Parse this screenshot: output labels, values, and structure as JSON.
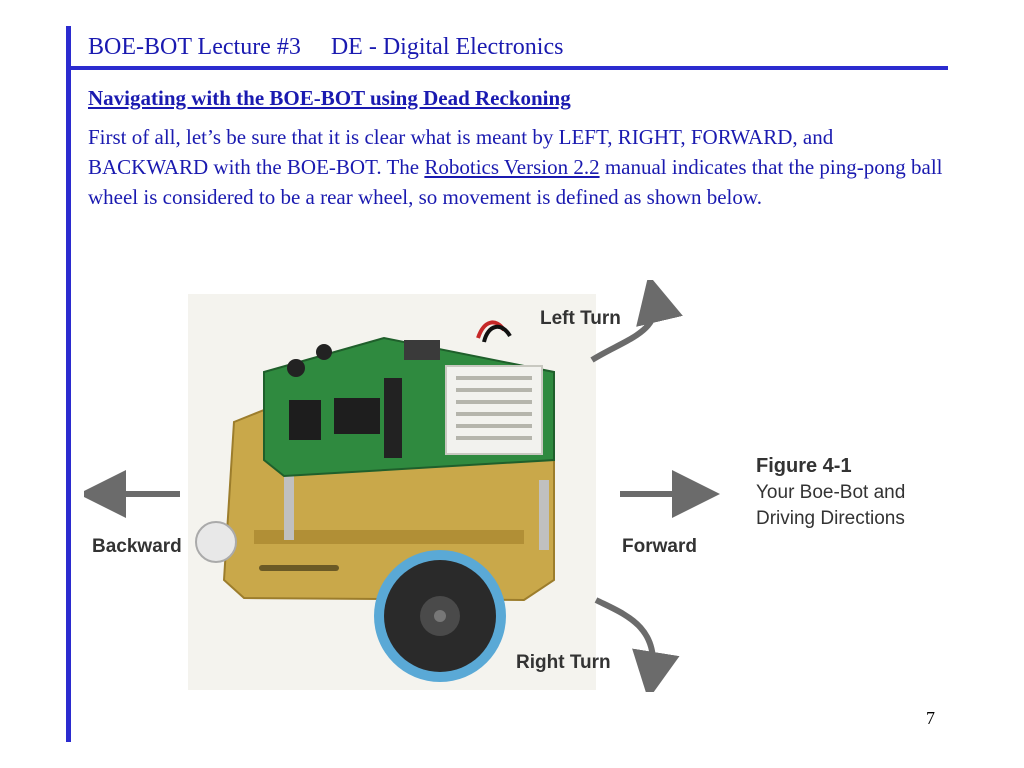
{
  "colors": {
    "accent": "#2b2bcf",
    "text": "#1a1ab0"
  },
  "header": {
    "title_left": "BOE-BOT Lecture #3",
    "title_right": "DE - Digital Electronics"
  },
  "content": {
    "subtitle": "Navigating with the BOE-BOT using Dead Reckoning",
    "para_part1": "First of all, let’s be sure that it is clear what is meant by LEFT, RIGHT, FORWARD, and BACKWARD with the BOE-BOT.  The ",
    "para_link": "Robotics Version 2.2",
    "para_part2": " manual indicates that the ping-pong ball wheel is considered to be a rear wheel, so movement is defined as shown below."
  },
  "figure": {
    "left_turn": "Left Turn",
    "right_turn": "Right Turn",
    "backward": "Backward",
    "forward": "Forward",
    "caption_title": "Figure 4-1",
    "caption_line1": "Your Boe-Bot and",
    "caption_line2": "Driving Directions"
  },
  "footer": {
    "page_number": "7"
  }
}
